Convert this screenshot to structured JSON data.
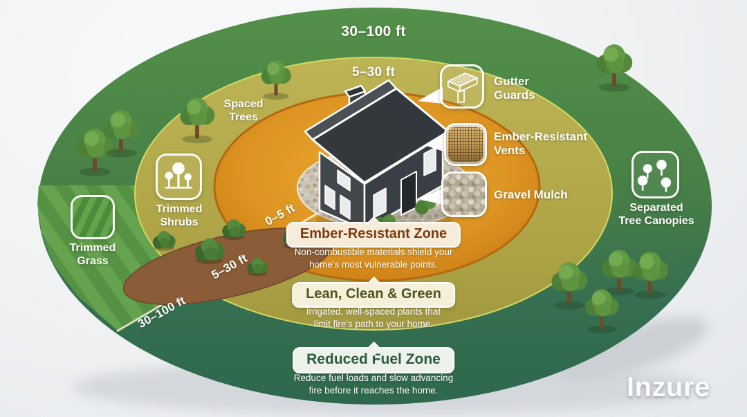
{
  "brand": {
    "logo_text": "Inzure"
  },
  "zones": {
    "outer_distance": "30–100 ft",
    "middle_distance": "5–30 ft",
    "radial": [
      "0–5 ft",
      "5–30 ft",
      "30–100 ft"
    ]
  },
  "zone_boxes": [
    {
      "id": "ember",
      "title": "Ember-Resistant Zone",
      "description": "Non-combustible materials shield your\nhome's most vulnerable points.",
      "title_color": "#7a3b10",
      "box_color": "#f7ecd9"
    },
    {
      "id": "lean",
      "title": "Lean, Clean & Green",
      "description": "Irrigated, well-spaced plants that\nlimit fire's path to your home.",
      "title_color": "#4d5420",
      "box_color": "#f4f0da"
    },
    {
      "id": "reduced",
      "title": "Reduced Fuel Zone",
      "description": "Reduce fuel loads and slow advancing\nfire before it reaches the home.",
      "title_color": "#2d5a3e",
      "box_color": "#edf2ec"
    }
  ],
  "callouts": [
    {
      "label": "Gutter\nGuards",
      "icon": "gutter-guards-icon"
    },
    {
      "label": "Ember-Resistant\nVents",
      "icon": "ember-vent-icon"
    },
    {
      "label": "Gravel Mulch",
      "icon": "gravel-mulch-icon"
    }
  ],
  "features": {
    "spaced_trees": "Spaced\nTrees",
    "trimmed_shrubs": "Trimmed\nShrubs",
    "trimmed_grass": "Trimmed\nGrass",
    "separated_canopies": "Separated\nTree Canopies"
  },
  "icons": [
    "gutter-guards-icon",
    "ember-vent-icon",
    "gravel-mulch-icon",
    "trimmed-shrubs-icon",
    "trimmed-grass-icon",
    "separated-tree-canopies-icon",
    "house-illustration",
    "tree-icon",
    "shrub-icon"
  ],
  "colors": {
    "outer_zone_green": "#4d8748",
    "outer_zone_teal": "#2e6a4e",
    "middle_zone_yellow_green": "#b3a94c",
    "inner_zone_orange": "#d88f1e",
    "gravel": "#cdc5b6",
    "mulch_brown": "#8a5c38",
    "house_charcoal": "#383d42",
    "background": "#eef0f2"
  }
}
